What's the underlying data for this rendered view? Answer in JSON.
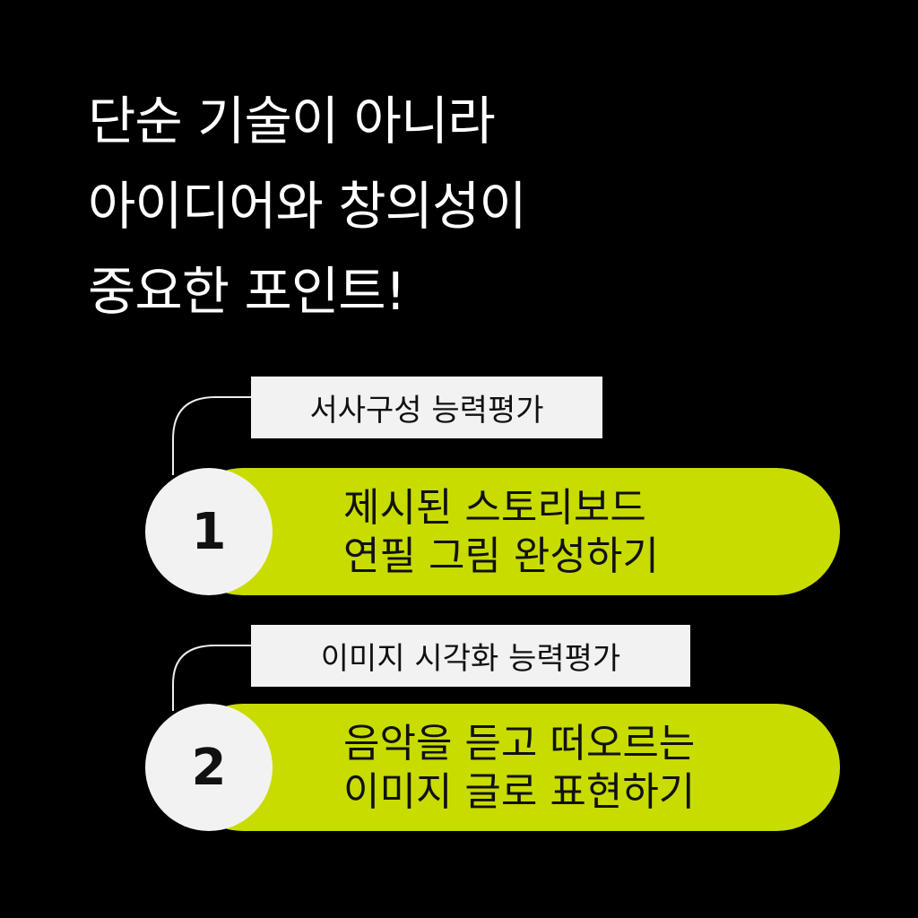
{
  "headline": [
    "단순 기술이 아니라",
    "아이디어와 창의성이",
    "중요한 포인트!"
  ],
  "items": [
    {
      "number": "1",
      "category": "서사구성 능력평가",
      "lines": [
        "제시된 스토리보드",
        "연필 그림 완성하기"
      ]
    },
    {
      "number": "2",
      "category": "이미지 시각화 능력평가",
      "lines": [
        "음악을 듣고 떠오르는",
        "이미지 글로 표현하기"
      ]
    }
  ],
  "colors": {
    "background": "#000000",
    "pill": "#c8dc00",
    "label": "#f2f2f2"
  }
}
